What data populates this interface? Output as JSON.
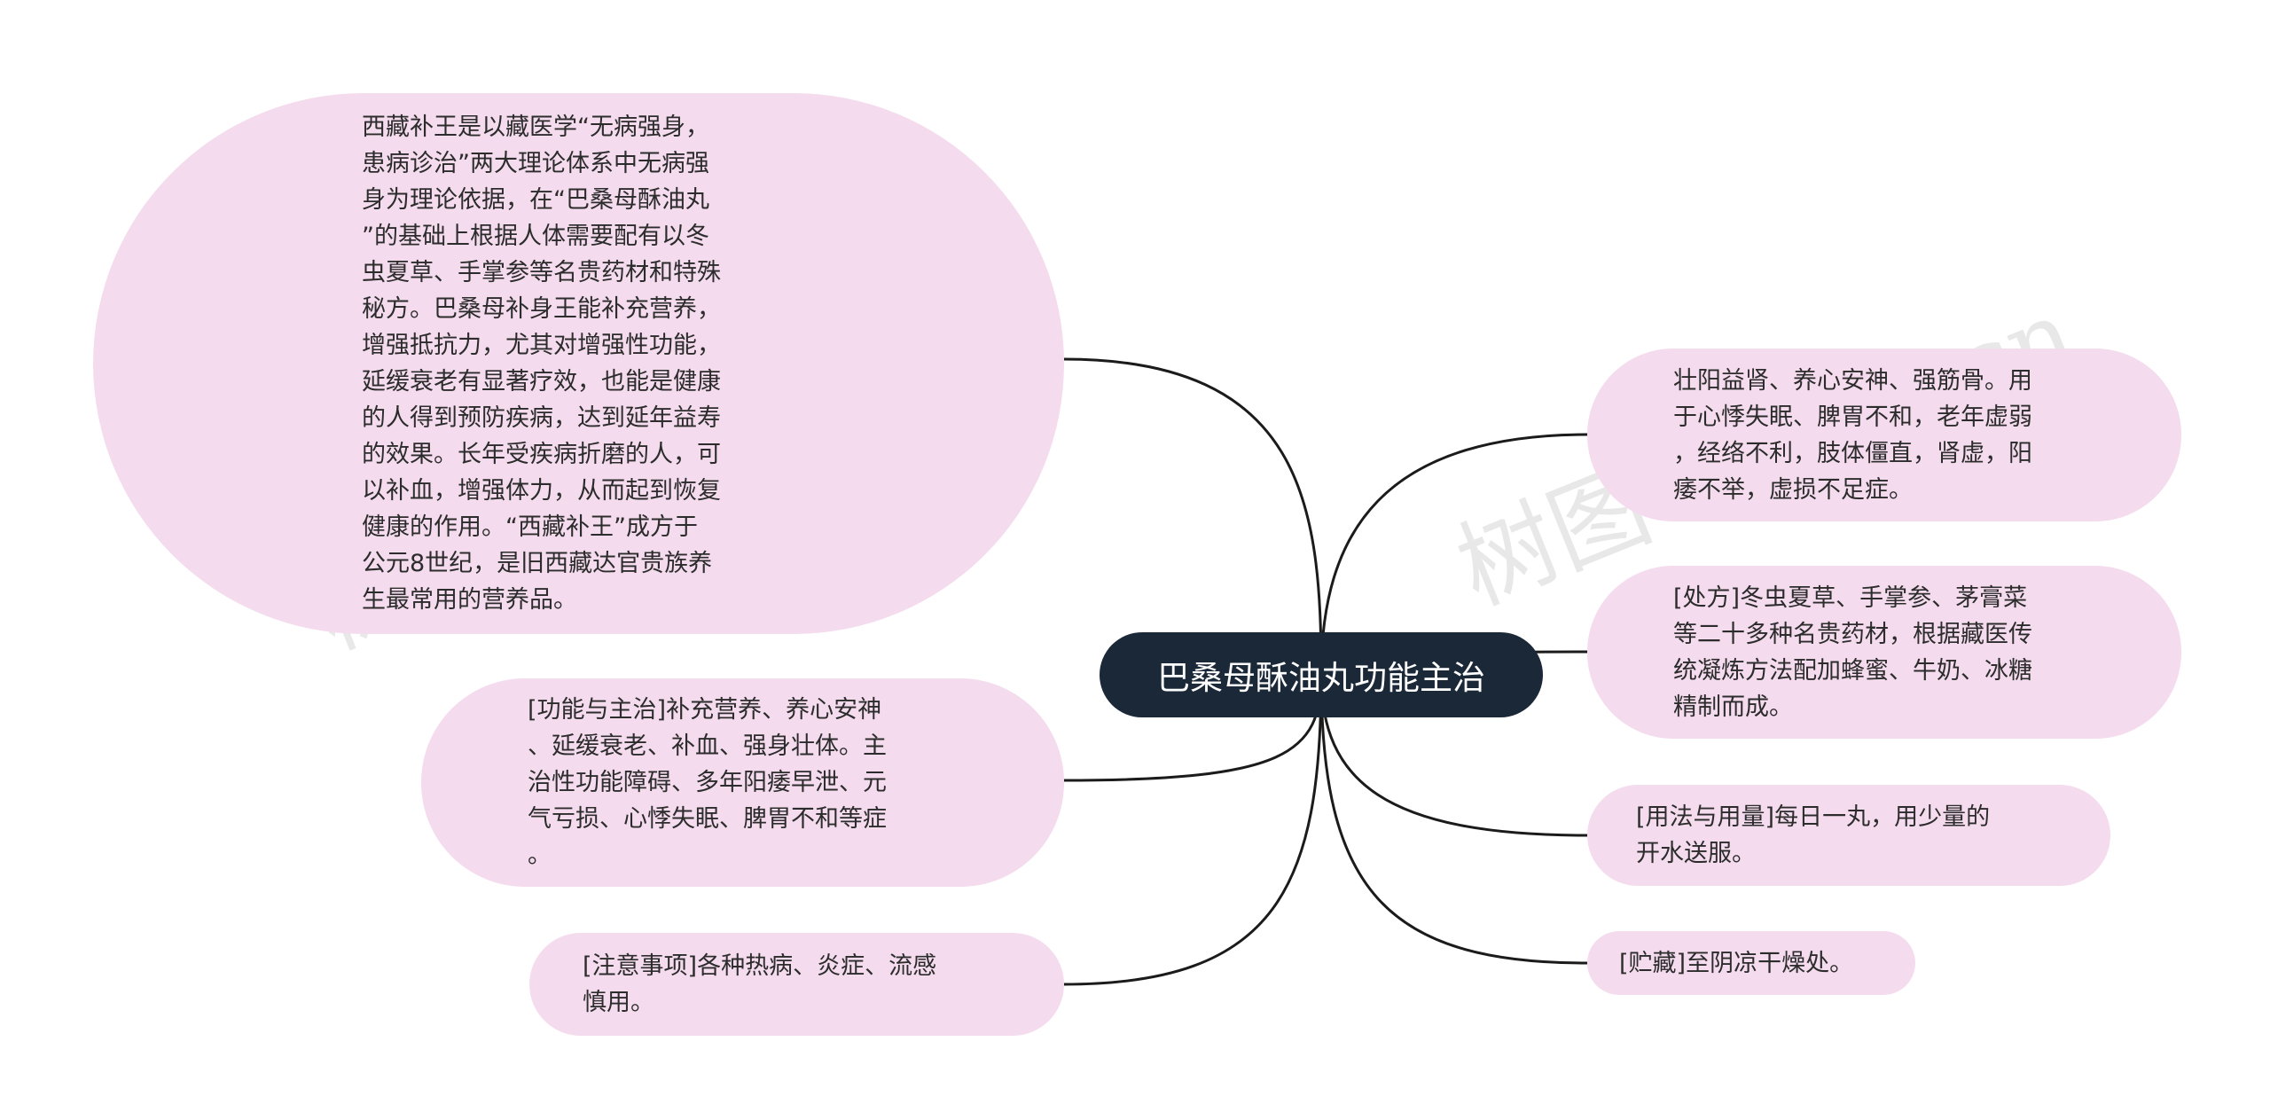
{
  "root": {
    "label": "巴桑母酥油丸功能主治"
  },
  "left_nodes": [
    {
      "text": "西藏补王是以藏医学“无病强身，\n患病诊治”两大理论体系中无病强\n身为理论依据，在“巴桑母酥油丸\n”的基础上根据人体需要配有以冬\n虫夏草、手掌参等名贵药材和特殊\n秘方。巴桑母补身王能补充营养，\n增强抵抗力，尤其对增强性功能，\n延缓衰老有显著疗效，也能是健康\n的人得到预防疾病，达到延年益寿\n的效果。长年受疾病折磨的人，可\n以补血，增强体力，从而起到恢复\n健康的作用。“西藏补王”成方于\n公元8世纪，是旧西藏达官贵族养\n生最常用的营养品。"
    },
    {
      "text": "[功能与主治]补充营养、养心安神\n、延缓衰老、补血、强身壮体。主\n治性功能障碍、多年阳痿早泄、元\n气亏损、心悸失眠、脾胃不和等症\n。"
    },
    {
      "text": "[注意事项]各种热病、炎症、流感\n慎用。"
    }
  ],
  "right_nodes": [
    {
      "text": "壮阳益肾、养心安神、强筋骨。用\n于心悸失眠、脾胃不和，老年虚弱\n，经络不利，肢体僵直，肾虚，阳\n痿不举，虚损不足症。"
    },
    {
      "text": "[处方]冬虫夏草、手掌参、茅膏菜\n等二十多种名贵药材，根据藏医传\n统凝炼方法配加蜂蜜、牛奶、冰糖\n精制而成。"
    },
    {
      "text": "[用法与用量]每日一丸，用少量的\n开水送服。"
    },
    {
      "text": "[贮藏]至阴凉干燥处。"
    }
  ],
  "watermarks": [
    "树图 shutu.cn",
    "树图 shutu.cn"
  ],
  "colors": {
    "root_bg": "#1b2838",
    "node_bg": "#f4dcee",
    "line": "#1b1b1b"
  }
}
